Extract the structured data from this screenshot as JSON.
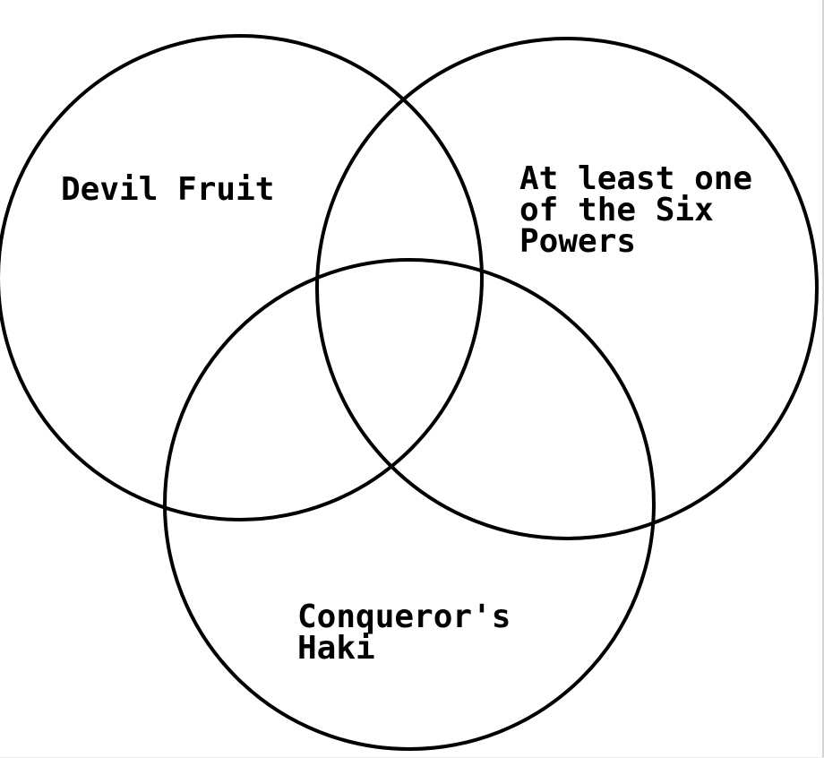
{
  "diagram": {
    "kind": "venn-diagram",
    "circle_count": 3,
    "colors": {
      "background": "#ffffff",
      "stroke": "#000000",
      "screen_edge_border": "#d4d4d4"
    },
    "sets": [
      {
        "id": "devil-fruit",
        "label": "Devil Fruit"
      },
      {
        "id": "six-powers",
        "label": "At least one\nof the Six\nPowers"
      },
      {
        "id": "conquerors-haki",
        "label": "Conqueror's\nHaki"
      }
    ]
  }
}
